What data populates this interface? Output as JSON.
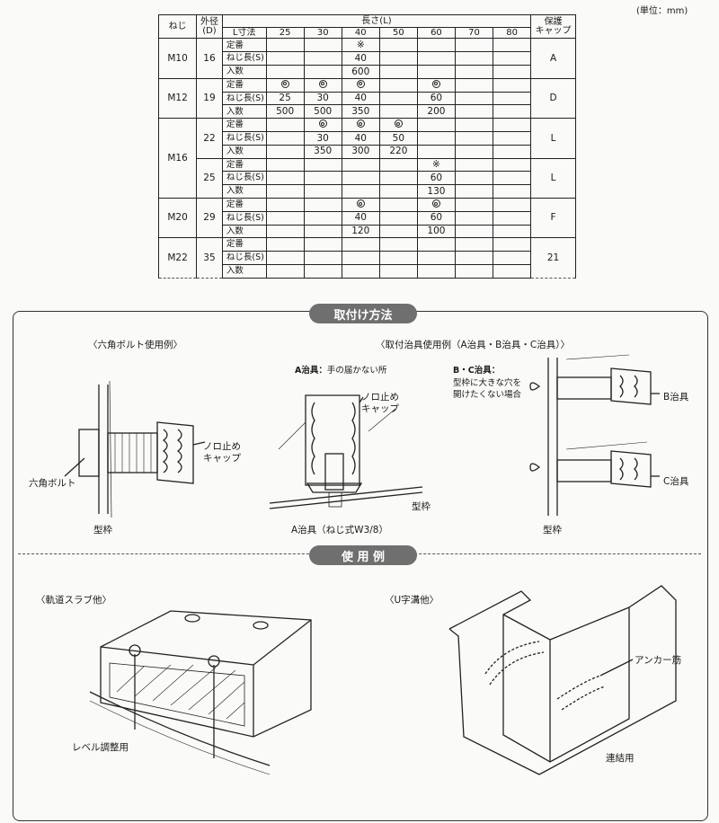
{
  "unit_label": "(単位：mm)",
  "table": {
    "headers": {
      "screw": "ねじ",
      "outer_diameter": "外径\n(D)",
      "length": "長さ(L)",
      "cap": "保護\nキャップ",
      "l_dim": "L寸法"
    },
    "lengths": [
      "25",
      "30",
      "40",
      "50",
      "60",
      "70",
      "80"
    ],
    "row_labels": {
      "standard": "定番",
      "screw_length": "ねじ長(S)",
      "quantity": "入数"
    },
    "groups": [
      {
        "screw": "M10",
        "diameter": "16",
        "cap": "A",
        "standard": [
          "",
          "",
          "※",
          "",
          "",
          "",
          ""
        ],
        "screw_length": [
          "",
          "",
          "40",
          "",
          "",
          "",
          ""
        ],
        "quantity": [
          "",
          "",
          "600",
          "",
          "",
          "",
          ""
        ]
      },
      {
        "screw": "M12",
        "diameter": "19",
        "cap": "D",
        "standard": [
          "◎",
          "◎",
          "◎",
          "",
          "◎",
          "",
          ""
        ],
        "screw_length": [
          "25",
          "30",
          "40",
          "",
          "60",
          "",
          ""
        ],
        "quantity": [
          "500",
          "500",
          "350",
          "",
          "200",
          "",
          ""
        ]
      },
      {
        "screw": "M16",
        "diameter": "22",
        "cap": "L",
        "standard": [
          "",
          "◎",
          "◎",
          "◎",
          "",
          "",
          ""
        ],
        "screw_length": [
          "",
          "30",
          "40",
          "50",
          "",
          "",
          ""
        ],
        "quantity": [
          "",
          "350",
          "300",
          "220",
          "",
          "",
          ""
        ]
      },
      {
        "screw": "",
        "diameter": "25",
        "cap": "L",
        "standard": [
          "",
          "",
          "",
          "",
          "※",
          "",
          ""
        ],
        "screw_length": [
          "",
          "",
          "",
          "",
          "60",
          "",
          ""
        ],
        "quantity": [
          "",
          "",
          "",
          "",
          "130",
          "",
          ""
        ]
      },
      {
        "screw": "M20",
        "diameter": "29",
        "cap": "F",
        "standard": [
          "",
          "",
          "◎",
          "",
          "◎",
          "",
          ""
        ],
        "screw_length": [
          "",
          "",
          "40",
          "",
          "60",
          "",
          ""
        ],
        "quantity": [
          "",
          "",
          "120",
          "",
          "100",
          "",
          ""
        ]
      },
      {
        "screw": "M22",
        "diameter": "35",
        "cap": "21",
        "standard": [
          "",
          "",
          "",
          "",
          "",
          "",
          ""
        ],
        "screw_length": [
          "",
          "",
          "",
          "",
          "",
          "",
          ""
        ],
        "quantity": [
          "",
          "",
          "",
          "",
          "",
          "",
          ""
        ]
      }
    ]
  },
  "install": {
    "title": "取付け方法",
    "hex_example": "〈六角ボルト使用例〉",
    "jig_example": "〈取付治具使用例（A治具・B治具・C治具）〉",
    "a_jig_note_title": "A治具：",
    "a_jig_note": "手の届かない所",
    "bc_jig_note_title": "B・C治具：",
    "bc_jig_note_1": "型枠に大きな穴を",
    "bc_jig_note_2": "開けたくない場合",
    "nut_stop_cap_1": "ノロ止め",
    "nut_stop_cap_2": "キャップ",
    "hex_bolt": "六角ボルト",
    "formwork": "型枠",
    "a_jig_caption": "A治具（ねじ式W3/8）",
    "b_jig": "B治具",
    "c_jig": "C治具"
  },
  "usage": {
    "title": "使 用 例",
    "slab_title": "〈軌道スラブ他〉",
    "slab_label": "レベル調整用",
    "u_title": "〈U字溝他〉",
    "anchor": "アンカー筋",
    "connect": "連結用"
  }
}
